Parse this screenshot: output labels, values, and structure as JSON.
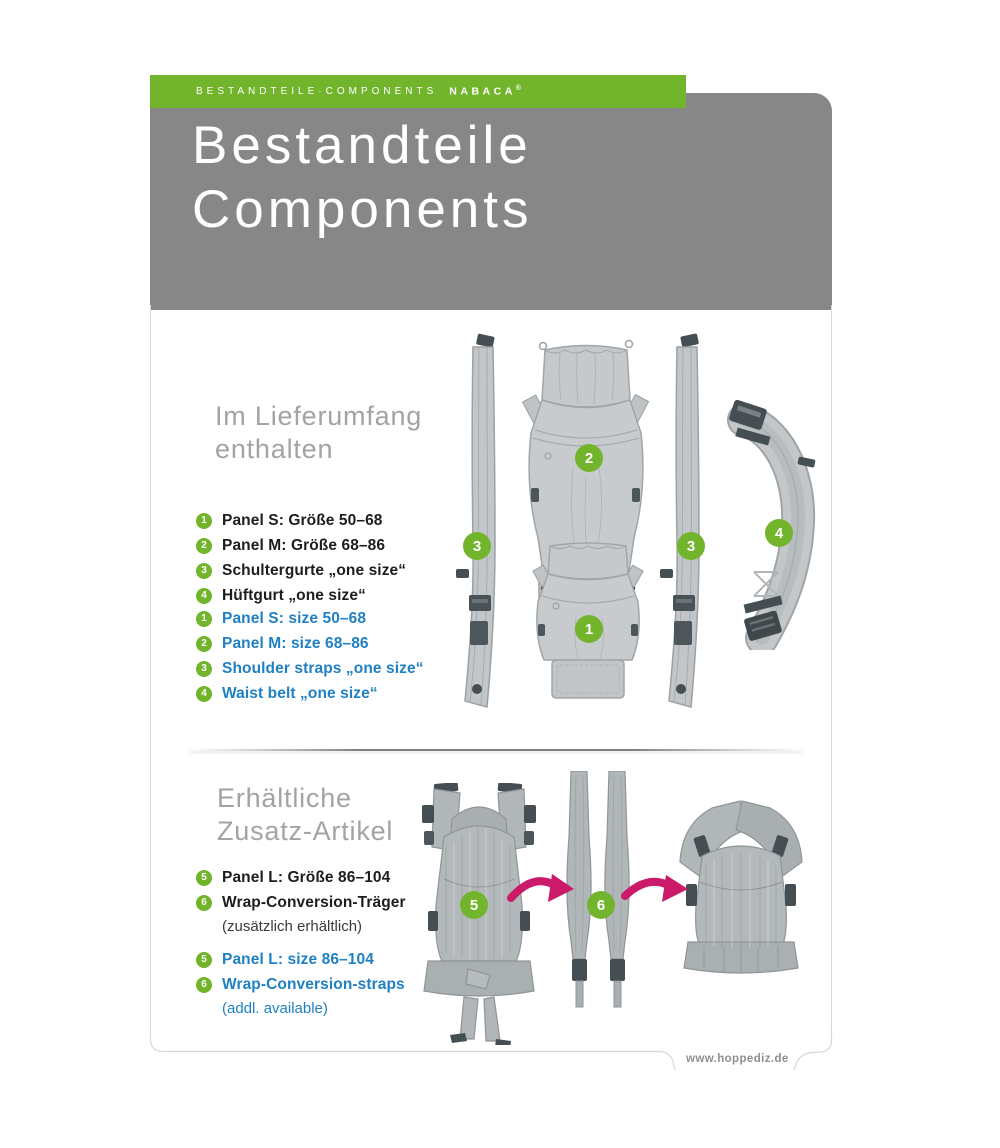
{
  "topbar": {
    "label": "BESTANDTEILE·COMPONENTS",
    "brand": "NABACA",
    "reg_mark": "®"
  },
  "header": {
    "title_line1": "Bestandteile",
    "title_line2": "Components"
  },
  "section_included": {
    "heading_line1": "Im Lieferumfang",
    "heading_line2": "enthalten",
    "items_de": [
      {
        "num": "1",
        "text": "Panel S: Größe 50–68"
      },
      {
        "num": "2",
        "text": "Panel M: Größe 68–86"
      },
      {
        "num": "3",
        "text": "Schultergurte „one size“"
      },
      {
        "num": "4",
        "text": "Hüftgurt „one size“"
      }
    ],
    "items_en": [
      {
        "num": "1",
        "text": "Panel S: size 50–68"
      },
      {
        "num": "2",
        "text": "Panel M: size 68–86"
      },
      {
        "num": "3",
        "text": "Shoulder straps „one size“"
      },
      {
        "num": "4",
        "text": "Waist belt „one size“"
      }
    ],
    "callouts": {
      "panel_s": "1",
      "panel_m": "2",
      "strap_left": "3",
      "strap_right": "3",
      "waist_belt": "4"
    }
  },
  "section_addons": {
    "heading_line1": "Erhältliche",
    "heading_line2": "Zusatz-Artikel",
    "items_de": [
      {
        "num": "5",
        "text": "Panel L: Größe 86–104"
      },
      {
        "num": "6",
        "text": "Wrap-Conversion-Träger",
        "note": "(zusätzlich erhältlich)"
      }
    ],
    "items_en": [
      {
        "num": "5",
        "text": "Panel L: size 86–104"
      },
      {
        "num": "6",
        "text": "Wrap-Conversion-straps",
        "note": "(addl. available)"
      }
    ],
    "callouts": {
      "carrier": "5",
      "straps": "6"
    }
  },
  "footer": {
    "url": "www.hoppediz.de"
  },
  "colors": {
    "green": "#72b52c",
    "header_gray": "#878787",
    "blue": "#1f80c4",
    "magenta": "#cc1a6a"
  }
}
